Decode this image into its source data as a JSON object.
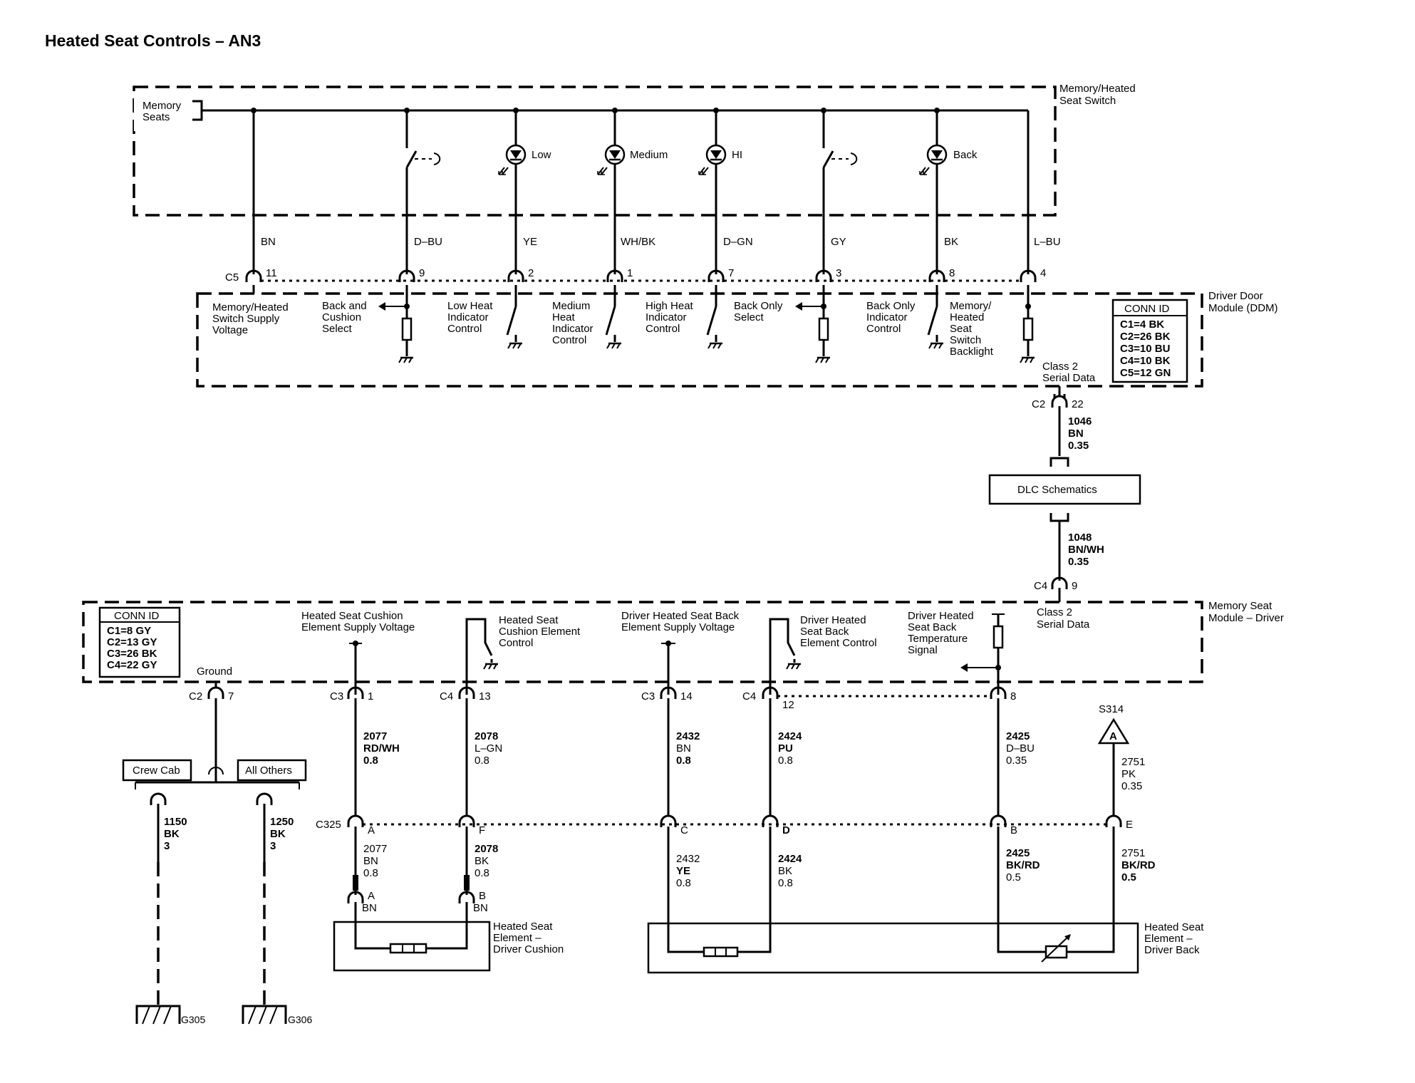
{
  "title": "Heated Seat Controls – AN3",
  "switch_assembly": {
    "name_line1": "Memory/Heated",
    "name_line2": "Seat Switch",
    "memory_seats_line1": "Memory",
    "memory_seats_line2": "Seats",
    "indicators": [
      "Low",
      "Medium",
      "HI",
      "Back"
    ]
  },
  "upper_wires": {
    "colors": [
      "BN",
      "D–BU",
      "YE",
      "WH/BK",
      "D–GN",
      "GY",
      "BK",
      "L–BU"
    ],
    "connector": "C5",
    "pins": [
      "11",
      "9",
      "2",
      "1",
      "7",
      "3",
      "8",
      "4"
    ]
  },
  "ddm": {
    "name_line1": "Driver Door",
    "name_line2": "Module (DDM)",
    "functions": {
      "supply": [
        "Memory/Heated",
        "Switch Supply",
        "Voltage"
      ],
      "back_cushion": [
        "Back and",
        "Cushion",
        "Select"
      ],
      "low": [
        "Low Heat",
        "Indicator",
        "Control"
      ],
      "medium": [
        "Medium",
        "Heat",
        "Indicator",
        "Control"
      ],
      "high": [
        "High Heat",
        "Indicator",
        "Control"
      ],
      "back_only": [
        "Back Only",
        "Select"
      ],
      "back_only_ind": [
        "Back Only",
        "Indicator",
        "Control"
      ],
      "backlight": [
        "Memory/",
        "Heated",
        "Seat",
        "Switch",
        "Backlight"
      ]
    },
    "serial_line1": "Class 2",
    "serial_line2": "Serial Data",
    "conn_id": {
      "header": "CONN ID",
      "rows": [
        "C1=4 BK",
        "C2=26 BK",
        "C3=10 BU",
        "C4=10 BK",
        "C5=12 GN"
      ]
    }
  },
  "dlc_link": {
    "upper_conn": "C2",
    "upper_pin": "22",
    "upper_circuit": "1046",
    "upper_color": "BN",
    "upper_size": "0.35",
    "dlc_label": "DLC Schematics",
    "lower_circuit": "1048",
    "lower_color": "BN/WH",
    "lower_size": "0.35",
    "lower_conn": "C4",
    "lower_pin": "9"
  },
  "msm": {
    "name_line1": "Memory Seat",
    "name_line2": "Module – Driver",
    "conn_id": {
      "header": "CONN ID",
      "rows": [
        "C1=8 GY",
        "C2=13 GY",
        "C3=26 BK",
        "C4=22 GY"
      ]
    },
    "ground_label": "Ground",
    "functions": {
      "cushion_supply": [
        "Heated Seat Cushion",
        "Element Supply Voltage"
      ],
      "cushion_control": [
        "Heated Seat",
        "Cushion Element",
        "Control"
      ],
      "back_supply": [
        "Driver Heated Seat Back",
        "Element Supply Voltage"
      ],
      "back_control": [
        "Driver Heated",
        "Seat Back",
        "Element Control"
      ],
      "temp_signal": [
        "Driver Heated",
        "Seat Back",
        "Temperature",
        "Signal"
      ]
    },
    "serial_line1": "Class 2",
    "serial_line2": "Serial Data"
  },
  "msm_pins": [
    {
      "conn": "C2",
      "pin": "7"
    },
    {
      "conn": "C3",
      "pin": "1"
    },
    {
      "conn": "C4",
      "pin": "13"
    },
    {
      "conn": "C3",
      "pin": "14"
    },
    {
      "conn": "C4",
      "pin": "12"
    },
    {
      "conn": "",
      "pin": "8"
    }
  ],
  "upper_circuits": [
    {
      "circuit": "2077",
      "color": "RD/WH",
      "size": "0.8"
    },
    {
      "circuit": "2078",
      "color": "L–GN",
      "size": "0.8"
    },
    {
      "circuit": "2432",
      "color": "BN",
      "size": "0.8"
    },
    {
      "circuit": "2424",
      "color": "PU",
      "size": "0.8"
    },
    {
      "circuit": "2425",
      "color": "D–BU",
      "size": "0.35"
    },
    {
      "circuit": "2751",
      "color": "PK",
      "size": "0.35"
    }
  ],
  "splice": {
    "name": "S314",
    "letter": "A"
  },
  "c325": {
    "name": "C325",
    "pins": [
      "A",
      "F",
      "C",
      "D",
      "B",
      "E"
    ]
  },
  "lower_circuits": [
    {
      "circuit": "2077",
      "color": "BN",
      "size": "0.8"
    },
    {
      "circuit": "2078",
      "color": "BK",
      "size": "0.8"
    },
    {
      "circuit": "2432",
      "color": "YE",
      "size": "0.8"
    },
    {
      "circuit": "2424",
      "color": "BK",
      "size": "0.8"
    },
    {
      "circuit": "2425",
      "color": "BK/RD",
      "size": "0.5"
    },
    {
      "circuit": "2751",
      "color": "BK/RD",
      "size": "0.5"
    }
  ],
  "cushion_element": {
    "pin_a": "A",
    "pin_a_color": "BN",
    "pin_b": "B",
    "pin_b_color": "BN",
    "name": [
      "Heated Seat",
      "Element –",
      "Driver Cushion"
    ]
  },
  "back_element": {
    "name": [
      "Heated Seat",
      "Element –",
      "Driver Back"
    ]
  },
  "grounds": {
    "crew_cab": "Crew Cab",
    "all_others": "All Others",
    "left": {
      "circuit": "1150",
      "color": "BK",
      "size": "3",
      "name": "G305"
    },
    "right": {
      "circuit": "1250",
      "color": "BK",
      "size": "3",
      "name": "G306"
    }
  }
}
